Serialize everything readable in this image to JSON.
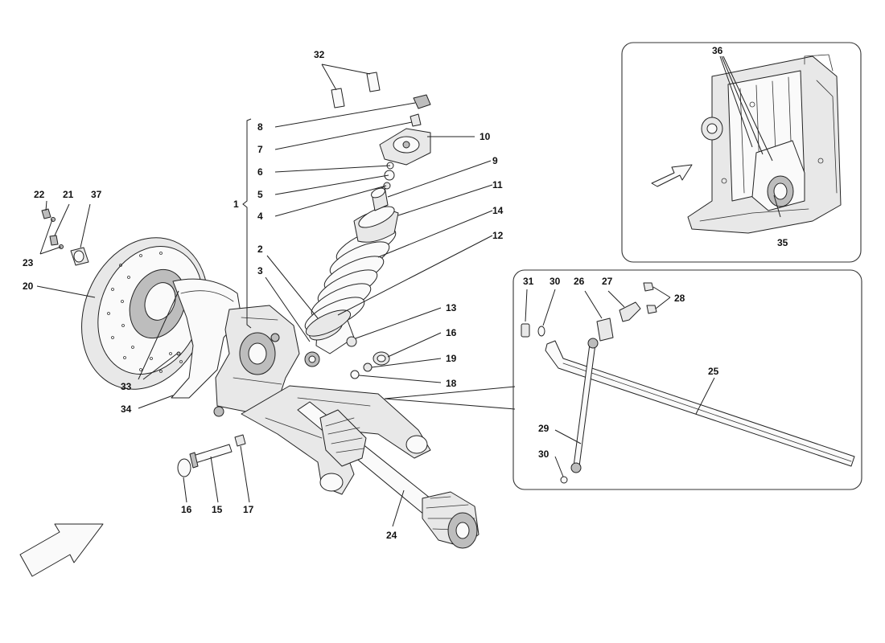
{
  "diagram": {
    "callouts": {
      "c1": "1",
      "c2": "2",
      "c3": "3",
      "c4": "4",
      "c5": "5",
      "c6": "6",
      "c7": "7",
      "c8": "8",
      "c9": "9",
      "c10": "10",
      "c11": "11",
      "c12": "12",
      "c13": "13",
      "c14": "14",
      "c15": "15",
      "c16a": "16",
      "c16b": "16",
      "c17": "17",
      "c18": "18",
      "c19": "19",
      "c20": "20",
      "c21": "21",
      "c22": "22",
      "c23": "23",
      "c24": "24",
      "c25": "25",
      "c26": "26",
      "c27": "27",
      "c28": "28",
      "c29": "29",
      "c30a": "30",
      "c30b": "30",
      "c31": "31",
      "c32": "32",
      "c33": "33",
      "c34": "34",
      "c35": "35",
      "c36": "36",
      "c37": "37"
    },
    "icons": {
      "direction_arrow_main": "front-direction-arrow-icon",
      "direction_arrow_inset": "front-direction-arrow-icon"
    },
    "colors": {
      "ink": "#222222",
      "part_fill": "#e8e8e8",
      "background": "#ffffff"
    }
  }
}
